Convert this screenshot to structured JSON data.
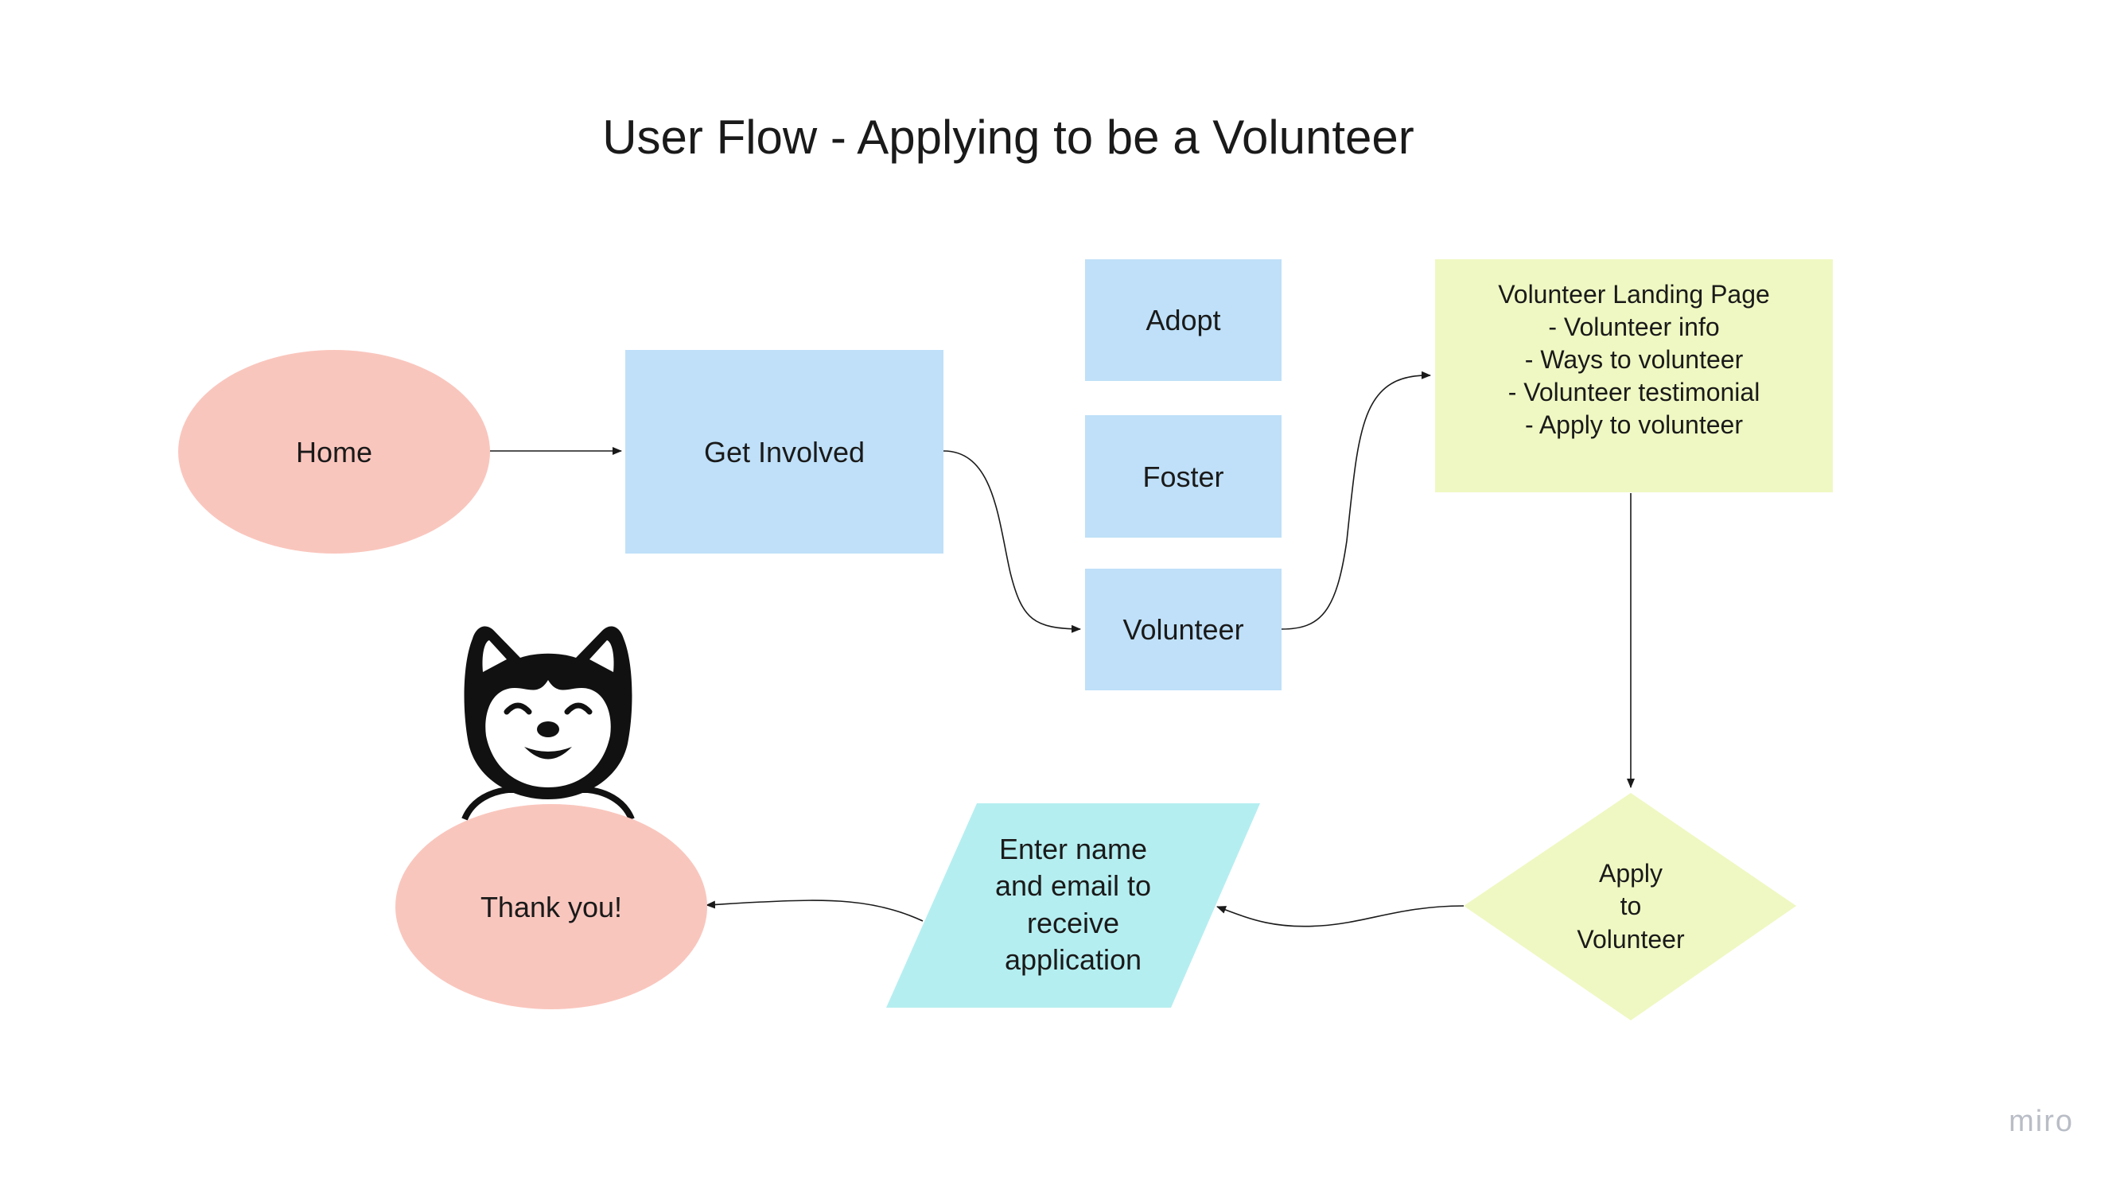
{
  "title": "User Flow - Applying to be a Volunteer",
  "nodes": {
    "home": "Home",
    "get_involved": "Get Involved",
    "adopt": "Adopt",
    "foster": "Foster",
    "volunteer": "Volunteer",
    "landing_page": {
      "lines": [
        "Volunteer Landing Page",
        "- Volunteer info",
        "- Ways to volunteer",
        "- Volunteer testimonial",
        "- Apply to volunteer"
      ]
    },
    "apply": {
      "lines": [
        "Apply",
        "to",
        "Volunteer"
      ]
    },
    "enter_info": {
      "lines": [
        "Enter name",
        "and email to",
        "receive",
        "application"
      ]
    },
    "thank_you": "Thank you!"
  },
  "illustration": "husky-dog-icon",
  "watermark": "miro",
  "colors": {
    "terminal": "#f9c6bd",
    "page": "#bfe0f8",
    "landing": "#eff8c2",
    "decision": "#eff8c2",
    "input": "#b5eef0"
  }
}
